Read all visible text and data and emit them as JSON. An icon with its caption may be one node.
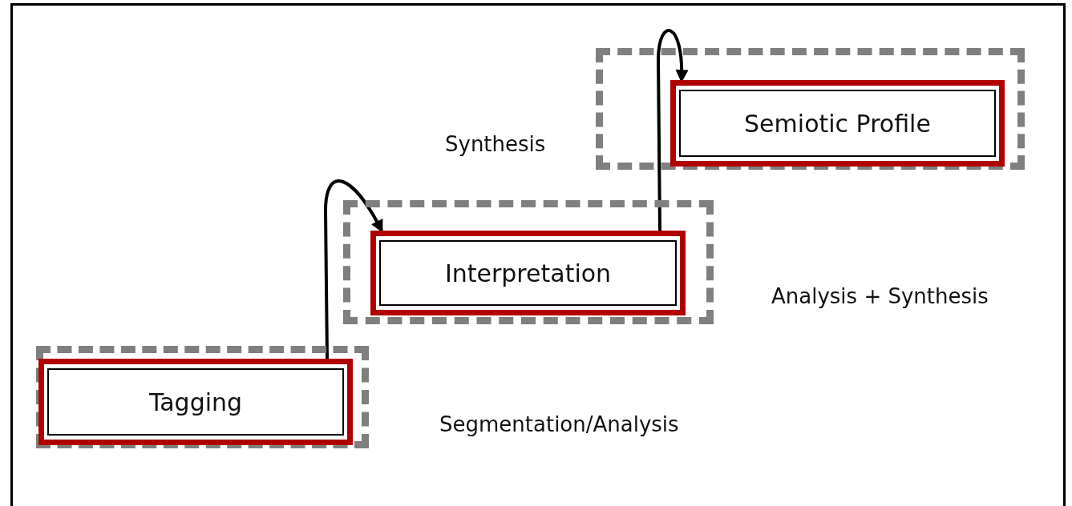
{
  "diagram": {
    "nodes": [
      {
        "text": [],
        "shape": "box"
      },
      {
        "text": [
          "Tagging"
        ],
        "in": 0
      },
      {
        "text": [],
        "shape": "box"
      },
      {
        "text": [
          "Interpretation"
        ],
        "in": 2
      },
      {
        "text": [],
        "shape": "box"
      },
      {
        "text": [
          "Semiotic Profile"
        ],
        "in": 4
      }
    ],
    "edges": [
      {
        "from": 1,
        "to": 3,
        "arrow": "to"
      },
      {
        "from": 3,
        "to": 5,
        "arrow": "to"
      }
    ],
    "labels": [
      "Synthesis",
      "Analysis + Synthesis",
      "Segmentation/Analysis"
    ]
  }
}
